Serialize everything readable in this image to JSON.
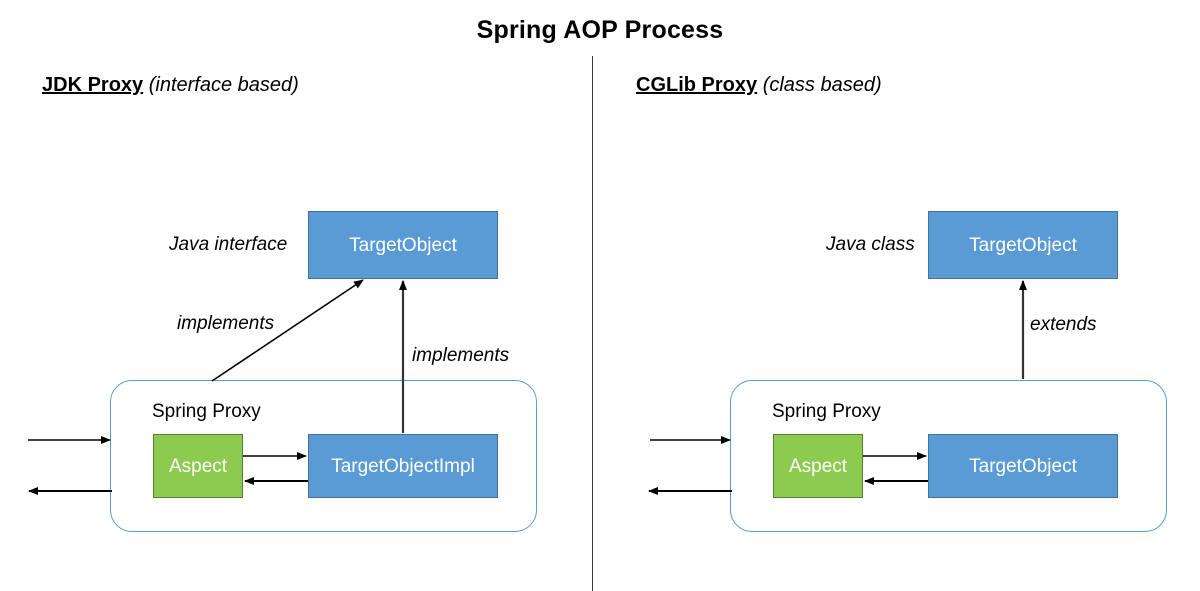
{
  "title": "Spring AOP Process",
  "divider": {
    "name": "vertical-divider",
    "color": "#3b3b3b"
  },
  "colors": {
    "blue_fill": "#5B9BD5",
    "blue_stroke": "#41719C",
    "green_fill": "#8CCB50",
    "green_stroke": "#538135",
    "proxy_border": "#5B9BD5",
    "arrow": "#000000",
    "text_on_node": "#FFFFFF",
    "text": "#000000"
  },
  "left_panel": {
    "heading": {
      "kind": "JDK Proxy",
      "qualifier": "(interface based)"
    },
    "type_label": "Java interface",
    "target_box": "TargetObject",
    "relation_diagonal": "implements",
    "relation_vertical": "implements",
    "proxy_title": "Spring Proxy",
    "aspect_box": "Aspect",
    "impl_box": "TargetObjectImpl"
  },
  "right_panel": {
    "heading": {
      "kind": "CGLib Proxy",
      "qualifier": "(class based)"
    },
    "type_label": "Java class",
    "target_box": "TargetObject",
    "relation_vertical": "extends",
    "proxy_title": "Spring Proxy",
    "aspect_box": "Aspect",
    "impl_box": "TargetObject"
  }
}
